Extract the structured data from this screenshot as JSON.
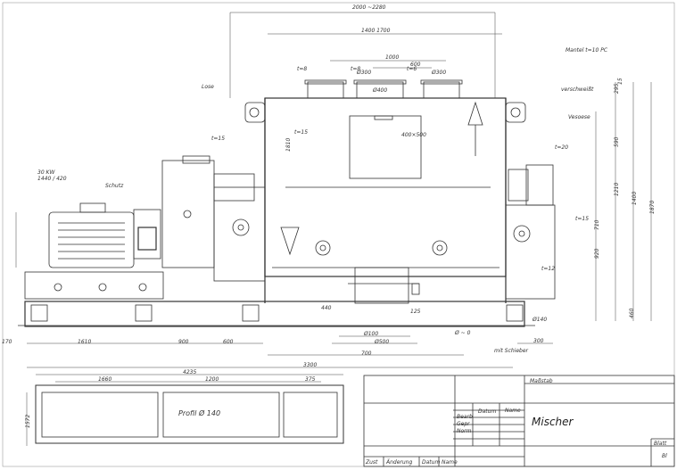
{
  "drawing": {
    "dims": {
      "overall_width": "2000 ~2280",
      "inner_width": "1400 1700",
      "dim_1000": "1000",
      "dim_600": "600",
      "dim_300a": "Ø300",
      "dim_300b": "Ø300",
      "dim_400": "Ø400",
      "dim_500": "400×500",
      "right_295": "295",
      "right_15": "15",
      "right_590": "590",
      "right_1870": "1870",
      "right_1400": "1400",
      "right_1210": "1210",
      "right_1810": "1810",
      "right_920": "920",
      "right_710": "710",
      "right_460": "460",
      "bottom_1610": "1610",
      "bottom_3300": "3300",
      "bottom_900": "900",
      "bottom_600": "600",
      "bottom_300": "300",
      "bottom_700": "700",
      "bottom_100": "Ø100",
      "bottom_500": "Ø500",
      "bottom_right_300": "300",
      "left_170": "170",
      "base_4235": "4235",
      "base_1660": "1660",
      "base_1200": "1200",
      "base_375": "375",
      "base_1572": "1572",
      "dim_440": "440",
      "d_140": "Ø140"
    },
    "labels": {
      "lose": "Lose",
      "t15_left": "t=15",
      "t15_left2": "t=15",
      "t8": "t=8",
      "t8b": "t=8",
      "t6": "t=6",
      "t20": "t=20",
      "t15_right": "t=15",
      "t12": "t=12",
      "motor": "30 KW\n1440 / 420",
      "schutz": "Schutz",
      "mantel": "Mantel t=10 PC",
      "verschweisst": "verschweißt",
      "vesoese": "Vesoese",
      "profil": "Profil Ø 140",
      "auslass": "Ø ~ 0",
      "schieber": "mit Schieber",
      "weld_125": "125"
    },
    "title_block": {
      "massstab": "Maßstab",
      "datum": "Datum",
      "name": "Name",
      "bearb": "Bearb",
      "gepr": "Gepr",
      "norm": "Norm",
      "title": "Mischer",
      "blatt": "Blatt",
      "bl": "Bl",
      "zust": "Zust",
      "aenderung": "Änderung",
      "datum2": "Datum",
      "name2": "Name"
    }
  }
}
